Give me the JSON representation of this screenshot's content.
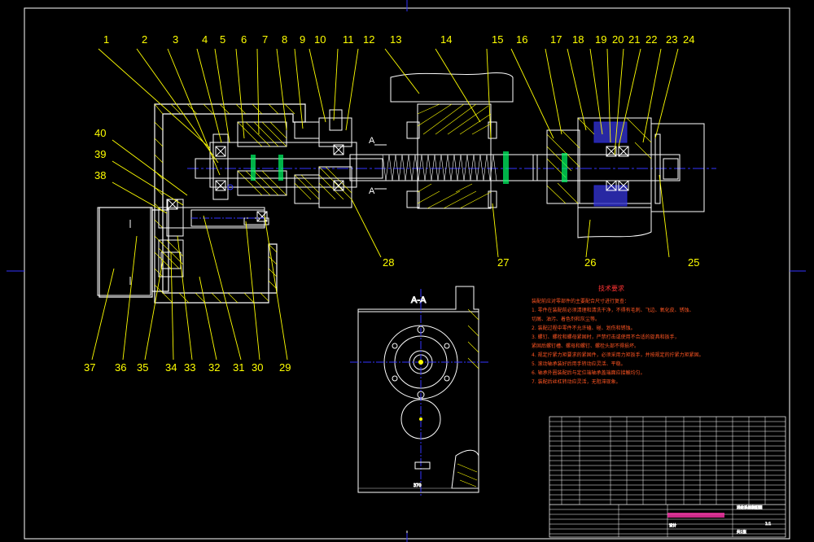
{
  "colors": {
    "background": "#000000",
    "frame": "#ffffff",
    "center_line": "#3333ff",
    "leader": "#ffff00",
    "hatch": "#ffff00",
    "thread": "#00ff66",
    "notes": "#ff4422",
    "table_highlight": "#ff33aa"
  },
  "part_labels_top": [
    "1",
    "2",
    "3",
    "4",
    "5",
    "6",
    "7",
    "8",
    "9",
    "10",
    "11",
    "12",
    "13",
    "14",
    "15",
    "16",
    "17",
    "18",
    "19",
    "20",
    "21",
    "22",
    "23",
    "24"
  ],
  "part_labels_right": [
    "25",
    "26",
    "27",
    "28"
  ],
  "part_labels_bottom": [
    "37",
    "36",
    "35",
    "34",
    "33",
    "32",
    "31",
    "30",
    "29"
  ],
  "part_labels_left": [
    "40",
    "39",
    "38"
  ],
  "section_marks": {
    "top": "A",
    "bottom": "A",
    "view_title": "A-A"
  },
  "dimension_text": "370",
  "notes": {
    "title": "技术要求",
    "lines": [
      "装配前应对零部件的主要配合尺寸进行复查：",
      "1. 零件在装配前必须清理和清洗干净，不得有毛刺、飞边、氧化皮、锈蚀、",
      "   切屑、油污、着色剂和灰尘等。",
      "2. 装配过程中零件不允许磕、碰、划伤和锈蚀。",
      "3. 螺钉、螺栓和螺母紧固时，严禁打击或使用不合适的旋具和扳手，",
      "   紧固后螺钉槽、螺母和螺钉、螺栓头部不得损坏。",
      "4. 规定拧紧力矩要求的紧固件，必须采用力矩扳手，并按规定的拧紧力矩紧固。",
      "5. 滚动轴承装好后用手转动应灵活、平稳。",
      "6. 轴承外圈装配后与定位端轴承盖端面应接触均匀。",
      "7. 装配后丝杠转动应灵活，无阻滞现象。"
    ]
  },
  "title_block": {
    "drawing_title": "进给系统装配图",
    "scale": "1:1",
    "sheet": "共1张",
    "highlight": "设计"
  }
}
